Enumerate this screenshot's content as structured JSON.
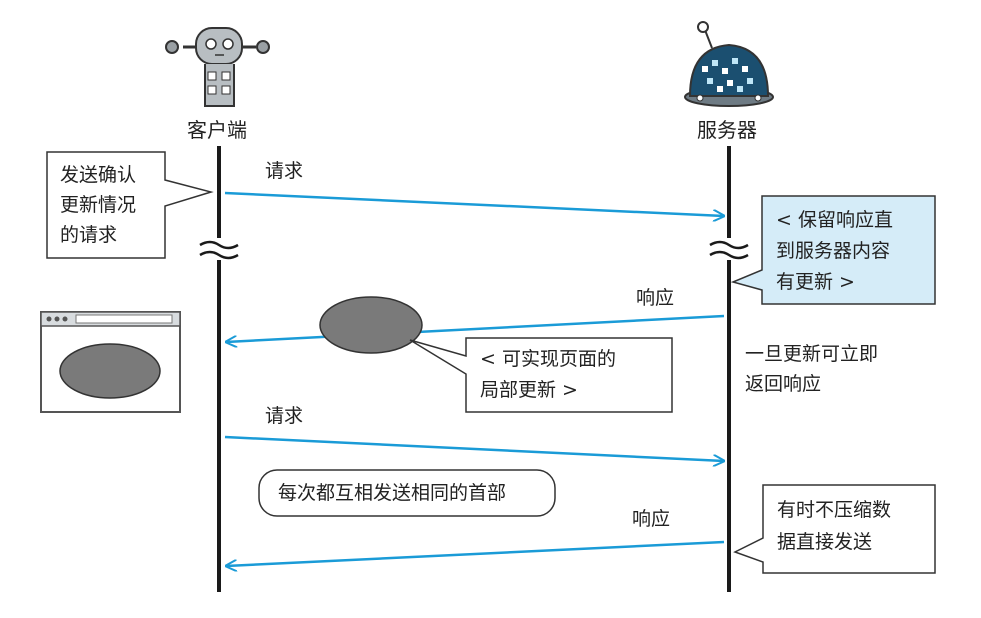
{
  "actors": {
    "client": {
      "label": "客户端"
    },
    "server": {
      "label": "服务器"
    }
  },
  "messages": {
    "request1": "请求",
    "response1": "响应",
    "request2": "请求",
    "response2": "响应"
  },
  "notes": {
    "client_note": [
      "发送确认",
      "更新情况",
      "的请求"
    ],
    "server_hold": [
      "< 保留响应直",
      "到服务器内容",
      "有更新 >"
    ],
    "partial_update": [
      "< 可实现页面的",
      "局部更新 >"
    ],
    "immediate_return": [
      "一旦更新可立即",
      "返回响应"
    ],
    "same_header": "每次都互相发送相同的首部",
    "uncompressed": [
      "有时不压缩数",
      "据直接发送"
    ]
  },
  "colors": {
    "arrow": "#1a9bd7",
    "lifeline": "#1a1a1a",
    "highlight_box": "#d5ecf8",
    "ellipse": "#7a7a7a",
    "note_border": "#333333"
  }
}
